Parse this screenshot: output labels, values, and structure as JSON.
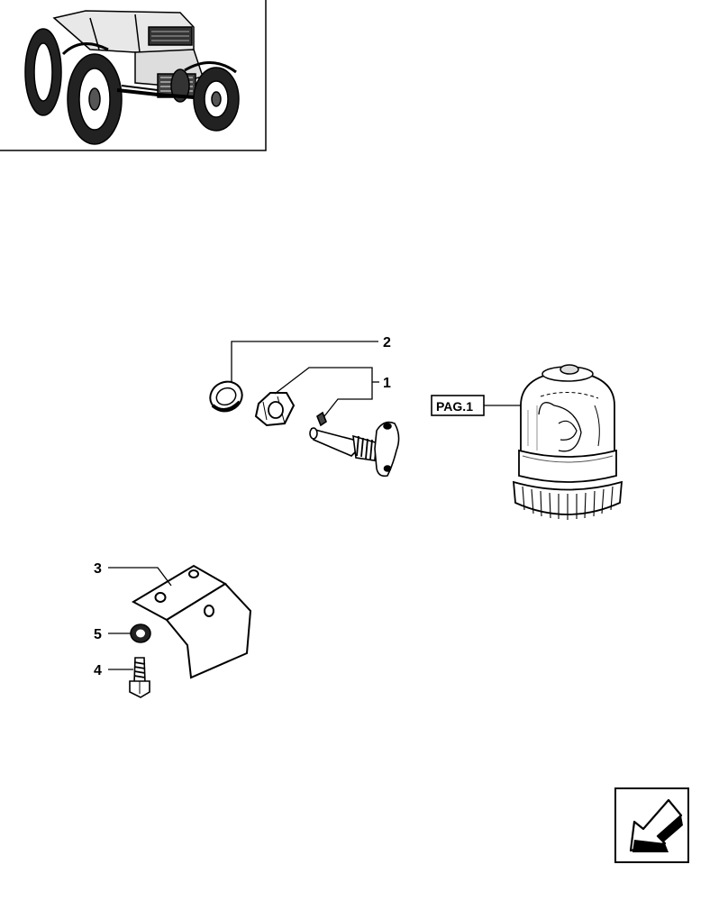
{
  "diagram": {
    "callouts": [
      {
        "id": "1",
        "label": "1"
      },
      {
        "id": "2",
        "label": "2"
      },
      {
        "id": "3",
        "label": "3"
      },
      {
        "id": "4",
        "label": "4"
      },
      {
        "id": "5",
        "label": "5"
      }
    ],
    "page_ref": "PAG.1"
  },
  "icons": {
    "thumbnail": "tractor-illustration",
    "nav": "arrow-down-left-icon"
  },
  "colors": {
    "line": "#000000",
    "background": "#ffffff"
  }
}
